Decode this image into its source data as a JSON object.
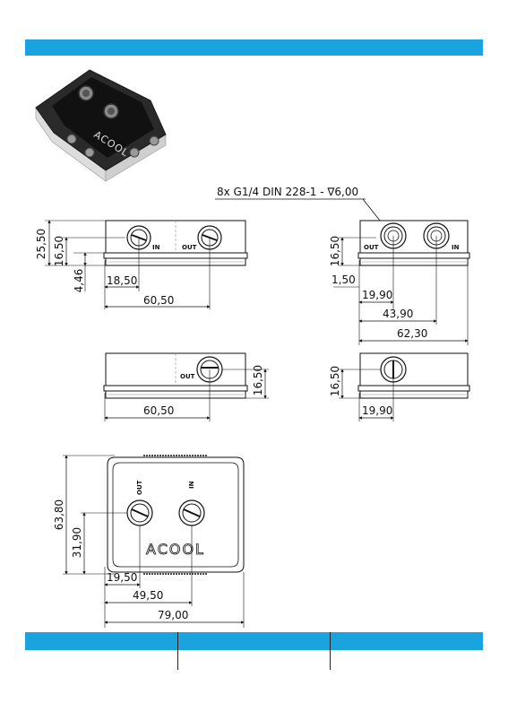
{
  "header": {
    "accent_color": "#1aa3de"
  },
  "callout": {
    "thread_note": "8x G1/4 DIN 228-1 - ∇6,00"
  },
  "port_labels": {
    "in": "IN",
    "out": "OUT"
  },
  "logo": {
    "text": "ACOOL"
  },
  "dimensions": {
    "front_view": {
      "overall_height": "25,50",
      "body_height": "16,50",
      "base_height": "4,46",
      "port_offset": "18,50",
      "port_spacing": "60,50"
    },
    "side_view": {
      "body_height": "16,50",
      "edge_gap": "1,50",
      "port_offset": "19,90",
      "port_spacing": "43,90",
      "overall_depth": "62,30"
    },
    "back_view": {
      "port_spacing": "60,50",
      "body_height": "16,50"
    },
    "right_view": {
      "body_height": "16,50",
      "port_offset": "19,90"
    },
    "top_view": {
      "overall_depth": "63,80",
      "port_center": "31,90",
      "port_offset": "19,50",
      "port_spacing": "49,50",
      "overall_width": "79,00"
    }
  }
}
